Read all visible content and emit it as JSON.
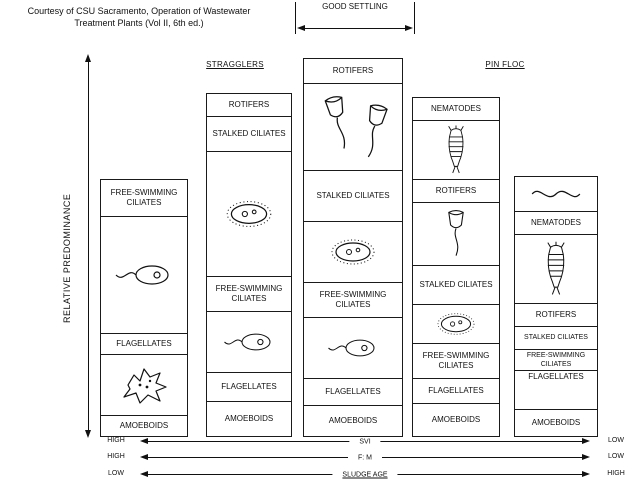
{
  "caption": {
    "line1": "Courtesy of CSU Sacramento, Operation of Wastewater",
    "line2": "Treatment Plants (Vol II, 6th ed.)"
  },
  "annotations": {
    "good_settling": "GOOD SETTLING",
    "stragglers": "STRAGGLERS",
    "pin_floc": "PIN FLOC",
    "y_axis_label": "RELATIVE PREDOMINANCE"
  },
  "colors": {
    "ink": "#111111",
    "background": "#ffffff"
  },
  "columns": [
    {
      "name": "column-1",
      "segments": [
        {
          "type": "label",
          "label": "FREE-SWIMMING CILIATES"
        },
        {
          "type": "image",
          "icon": "flagellate-icon"
        },
        {
          "type": "label",
          "label": "FLAGELLATES"
        },
        {
          "type": "image",
          "icon": "amoeboid-icon"
        },
        {
          "type": "label",
          "label": "AMOEBOIDS"
        }
      ]
    },
    {
      "name": "column-2",
      "segments": [
        {
          "type": "label",
          "label": "ROTIFERS"
        },
        {
          "type": "label",
          "label": "STALKED CILIATES"
        },
        {
          "type": "image",
          "icon": "free-swimming-ciliate-icon"
        },
        {
          "type": "label",
          "label": "FREE-SWIMMING CILIATES"
        },
        {
          "type": "image",
          "icon": "flagellate-icon"
        },
        {
          "type": "label",
          "label": "FLAGELLATES"
        },
        {
          "type": "label",
          "label": "AMOEBOIDS"
        }
      ]
    },
    {
      "name": "column-3",
      "segments": [
        {
          "type": "label",
          "label": "ROTIFERS"
        },
        {
          "type": "image",
          "icon": "stalked-ciliate-pair-icon"
        },
        {
          "type": "label",
          "label": "STALKED CILIATES"
        },
        {
          "type": "image",
          "icon": "free-swimming-ciliate-icon"
        },
        {
          "type": "label",
          "label": "FREE-SWIMMING CILIATES"
        },
        {
          "type": "image",
          "icon": "flagellate-icon"
        },
        {
          "type": "label",
          "label": "FLAGELLATES"
        },
        {
          "type": "label",
          "label": "AMOEBOIDS"
        }
      ]
    },
    {
      "name": "column-4",
      "segments": [
        {
          "type": "label",
          "label": "NEMATODES"
        },
        {
          "type": "image",
          "icon": "rotifer-icon"
        },
        {
          "type": "label",
          "label": "ROTIFERS"
        },
        {
          "type": "image",
          "icon": "stalked-ciliate-icon"
        },
        {
          "type": "label",
          "label": "STALKED CILIATES"
        },
        {
          "type": "image",
          "icon": "free-swimming-ciliate-icon"
        },
        {
          "type": "label",
          "label": "FREE-SWIMMING CILIATES"
        },
        {
          "type": "label",
          "label": "FLAGELLATES"
        },
        {
          "type": "label",
          "label": "AMOEBOIDS"
        }
      ]
    },
    {
      "name": "column-5",
      "segments": [
        {
          "type": "image",
          "icon": "nematode-icon"
        },
        {
          "type": "label",
          "label": "NEMATODES"
        },
        {
          "type": "image",
          "icon": "rotifer-icon"
        },
        {
          "type": "label",
          "label": "ROTIFERS"
        },
        {
          "type": "label",
          "label": "STALKED CILIATES"
        },
        {
          "type": "label",
          "label": "FREE-SWIMMING CILIATES"
        },
        {
          "type": "label",
          "label": "FLAGELLATES"
        },
        {
          "type": "label",
          "label": "AMOEBOIDS"
        }
      ]
    }
  ],
  "axes": [
    {
      "label": "SVI",
      "left": "HIGH",
      "right": "LOW"
    },
    {
      "label": "F: M",
      "left": "HIGH",
      "right": "LOW"
    },
    {
      "label": "SLUDGE AGE",
      "left": "LOW",
      "right": "HIGH"
    }
  ]
}
